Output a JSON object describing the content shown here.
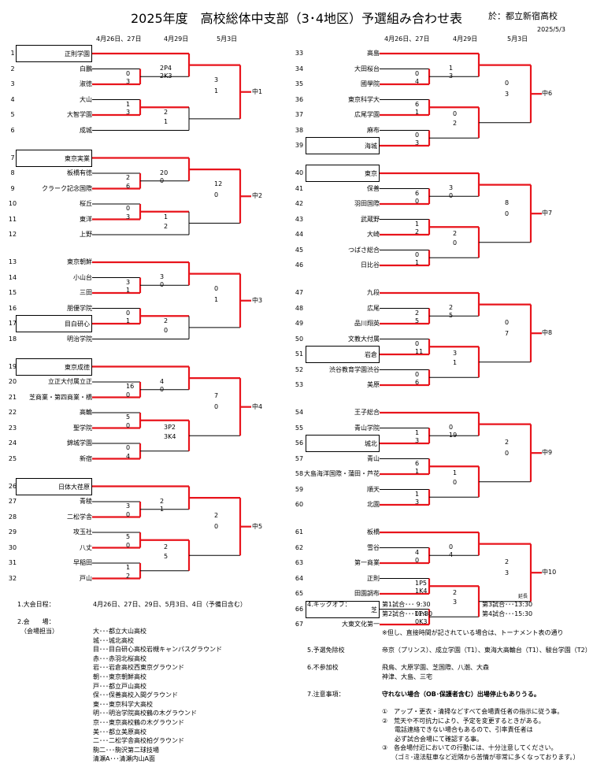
{
  "title": "2025年度　高校総体中支部（3･4地区）予選組み合わせ表",
  "venue": "於：都立新宿高校",
  "date": "2025/5/3",
  "round_labels": {
    "left": [
      "4月26日、27日",
      "4月29日",
      "5月3日"
    ],
    "right": [
      "4月26日、27日",
      "4月29日",
      "5月3日"
    ]
  },
  "colors": {
    "winner_line": "#e8141c",
    "line": "#000000"
  },
  "blocks_left": [
    {
      "name": "中1",
      "teams": [
        {
          "no": "1",
          "name": "正則学園",
          "box": true
        },
        {
          "no": "2",
          "name": "白鵬"
        },
        {
          "no": "3",
          "name": "淑徳"
        },
        {
          "no": "4",
          "name": "大山"
        },
        {
          "no": "5",
          "name": "大智学園"
        },
        {
          "no": "6",
          "name": "成城"
        }
      ],
      "scores": {
        "a": [
          "0",
          "3"
        ],
        "b": [
          "1",
          "3"
        ],
        "c": [
          "2P4",
          "2K3"
        ],
        "d": [
          "2",
          "1"
        ],
        "e": [
          "3",
          "1"
        ]
      }
    },
    {
      "name": "中2",
      "teams": [
        {
          "no": "7",
          "name": "東京実業",
          "box": true
        },
        {
          "no": "8",
          "name": "板橋有徳"
        },
        {
          "no": "9",
          "name": "クラーク記念国際"
        },
        {
          "no": "10",
          "name": "桜丘"
        },
        {
          "no": "11",
          "name": "東洋"
        },
        {
          "no": "12",
          "name": "上野"
        }
      ],
      "scores": {
        "a": [
          "2",
          "6"
        ],
        "b": [
          "0",
          "3"
        ],
        "c": [
          "20",
          "0"
        ],
        "d": [
          "1",
          "2"
        ],
        "e": [
          "12",
          "0"
        ]
      }
    },
    {
      "name": "中3",
      "teams": [
        {
          "no": "13",
          "name": "東京朝鮮"
        },
        {
          "no": "14",
          "name": "小山台"
        },
        {
          "no": "15",
          "name": "三田"
        },
        {
          "no": "16",
          "name": "朋優学院"
        },
        {
          "no": "17",
          "name": "目白研心",
          "box": true
        },
        {
          "no": "18",
          "name": "明治学院"
        }
      ],
      "scores": {
        "a": [
          "3",
          "1"
        ],
        "b": [
          "0",
          "1"
        ],
        "c": [
          "3",
          "0"
        ],
        "d": [
          "2",
          "0"
        ],
        "e": [
          "0",
          "1"
        ]
      }
    },
    {
      "name": "中4",
      "teams": [
        {
          "no": "19",
          "name": "東京成徳",
          "box": true
        },
        {
          "no": "20",
          "name": "立正大付属立正"
        },
        {
          "no": "21",
          "name": "芝商業・第四商業・橋"
        },
        {
          "no": "22",
          "name": "高輪"
        },
        {
          "no": "23",
          "name": "聖学院"
        },
        {
          "no": "24",
          "name": "錦城学園"
        },
        {
          "no": "25",
          "name": "新宿"
        }
      ],
      "scores": {
        "a": [
          "16",
          "0"
        ],
        "b": [
          "5",
          "0"
        ],
        "c": [
          "4",
          "0"
        ],
        "d": [
          "3P2",
          "3K4"
        ],
        "f": [
          "0",
          "4"
        ],
        "e": [
          "7",
          "0"
        ]
      }
    },
    {
      "name": "中5",
      "teams": [
        {
          "no": "26",
          "name": "日体大荏原",
          "box": true
        },
        {
          "no": "27",
          "name": "青稜"
        },
        {
          "no": "28",
          "name": "二松学舎"
        },
        {
          "no": "29",
          "name": "攻玉社"
        },
        {
          "no": "30",
          "name": "八丈"
        },
        {
          "no": "31",
          "name": "早稲田"
        },
        {
          "no": "32",
          "name": "戸山"
        }
      ],
      "scores": {
        "a": [
          "3",
          "0"
        ],
        "b": [
          "5",
          "0"
        ],
        "c": [
          "2",
          "1"
        ],
        "d": [
          "2",
          "5"
        ],
        "f": [
          "1",
          "2"
        ],
        "e": [
          "2",
          "0"
        ]
      }
    }
  ],
  "blocks_right": [
    {
      "name": "中6",
      "teams": [
        {
          "no": "33",
          "name": "高島"
        },
        {
          "no": "34",
          "name": "大田桜台"
        },
        {
          "no": "35",
          "name": "國學院"
        },
        {
          "no": "36",
          "name": "東京科学大"
        },
        {
          "no": "37",
          "name": "広尾学園"
        },
        {
          "no": "38",
          "name": "麻布"
        },
        {
          "no": "39",
          "name": "海城",
          "box": true
        }
      ],
      "scores": {
        "a": [
          "0",
          "4"
        ],
        "b": [
          "6",
          "1"
        ],
        "c": [
          "1",
          "3"
        ],
        "d": [
          "0",
          "2"
        ],
        "f": [
          "0",
          "3"
        ],
        "e": [
          "0",
          "3"
        ]
      }
    },
    {
      "name": "中7",
      "teams": [
        {
          "no": "40",
          "name": "東京",
          "box": true
        },
        {
          "no": "41",
          "name": "保善"
        },
        {
          "no": "42",
          "name": "羽田国際"
        },
        {
          "no": "43",
          "name": "武蔵野"
        },
        {
          "no": "44",
          "name": "大崎"
        },
        {
          "no": "45",
          "name": "つばさ総合"
        },
        {
          "no": "46",
          "name": "日比谷"
        }
      ],
      "scores": {
        "a": [
          "6",
          "0"
        ],
        "b": [
          "1",
          "2"
        ],
        "c": [
          "3",
          "0"
        ],
        "d": [
          "2",
          "0"
        ],
        "f": [
          "0",
          "1"
        ],
        "e": [
          "8",
          "0"
        ]
      }
    },
    {
      "name": "中8",
      "teams": [
        {
          "no": "47",
          "name": "九段"
        },
        {
          "no": "48",
          "name": "広尾"
        },
        {
          "no": "49",
          "name": "品川翔英"
        },
        {
          "no": "50",
          "name": "文教大付属"
        },
        {
          "no": "51",
          "name": "岩倉",
          "box": true
        },
        {
          "no": "52",
          "name": "渋谷教育学園渋谷"
        },
        {
          "no": "53",
          "name": "美原"
        }
      ],
      "scores": {
        "a": [
          "2",
          "5"
        ],
        "b": [
          "0",
          "11"
        ],
        "c": [
          "2",
          "5"
        ],
        "d": [
          "3",
          "1"
        ],
        "f": [
          "0",
          "6"
        ],
        "e": [
          "0",
          "7"
        ]
      }
    },
    {
      "name": "中9",
      "teams": [
        {
          "no": "54",
          "name": "王子総合"
        },
        {
          "no": "55",
          "name": "青山学院"
        },
        {
          "no": "56",
          "name": "城北",
          "box": true
        },
        {
          "no": "57",
          "name": "青山"
        },
        {
          "no": "58",
          "name": "大島海洋国際・蒲田・芦花"
        },
        {
          "no": "59",
          "name": "順天"
        },
        {
          "no": "60",
          "name": "北園"
        }
      ],
      "scores": {
        "a": [
          "1",
          "3"
        ],
        "b": [
          "6",
          "1"
        ],
        "c": [
          "0",
          "19"
        ],
        "d": [
          "1",
          "0"
        ],
        "f": [
          "1",
          "3"
        ],
        "e": [
          "2",
          "0"
        ]
      }
    },
    {
      "name": "中10",
      "teams": [
        {
          "no": "61",
          "name": "板橋"
        },
        {
          "no": "62",
          "name": "雪谷"
        },
        {
          "no": "63",
          "name": "第一商業"
        },
        {
          "no": "64",
          "name": "正則"
        },
        {
          "no": "65",
          "name": "田園調布"
        },
        {
          "no": "66",
          "name": "芝",
          "box": true
        },
        {
          "no": "67",
          "name": "大東文化第一"
        }
      ],
      "scores": {
        "a": [
          "4",
          "0"
        ],
        "b": [
          "1P5",
          "1K4"
        ],
        "c": [
          "0",
          "4"
        ],
        "d": [
          "2",
          "3"
        ],
        "f": [
          "0P4",
          "0K3"
        ],
        "e": [
          "2",
          "3"
        ]
      },
      "extra": "延長"
    }
  ],
  "notes_left": {
    "item1_label": "1.大会日程：",
    "item1_value": "4月26日、27日、29日、5月3日、4日（予備日含む）",
    "item2_label": "2.会　　場：",
    "item2_sub": "（会場担当）",
    "venues": [
      "大･･･都立大山高校",
      "城･･･城北高校",
      "目･･･目白研心高校岩槻キャンパスグラウンド",
      "赤･･･赤羽北桜高校",
      "岩･･･岩倉高校西東京グラウンド",
      "朝･･･東京朝鮮高校",
      "戸･･･都立戸山高校",
      "保･･･保善高校入間グラウンド",
      "東･･･東京科学大高校",
      "明･･･明治学院高校鶴の木グラウンド",
      "京･･･東京高校鶴の木グラウンド",
      "美･･･都立美原高校",
      "二･･･二松学舎高校柏グラウンド",
      "駒二･･･駒沢第二球技場",
      "清瀬A･･･清瀬内山A面"
    ]
  },
  "notes_right": {
    "item4_label": "4.キックオフ：",
    "kickoff": [
      "第1試合･･･ 9:30",
      "第3試合･･･13:30",
      "第2試合･･･11:30",
      "第4試合･･･15:30"
    ],
    "kickoff_note": "※但し、直接時間が記されている場合は、トーナメント表の通り",
    "item5_label": "5.予選免除校",
    "item5_value": "帝京（プリンス）、成立学園（T1）、東海大高輪台（T1）、駿台学園（T2）",
    "item6_label": "6.不参加校",
    "item6_value1": "飛鳥、大原学園、芝国際、八潮、大森",
    "item6_value2": "神津、大島、三宅",
    "item7_label": "7.注意事項：",
    "item7_value": "守れない場合（OB･保護者含む）出場停止もありうる。",
    "cautions": [
      "①　アップ・更衣・清掃などすべて会場責任者の指示に従う事。",
      "②　荒天や不可抗力により、予定を変更するときがある。",
      "　　電話連絡できない場合もあるので、引率責任者は",
      "　　必ず試合会場にて確認する事。",
      "③　各会場付近においての行動には、十分注意してください。",
      "　　（ゴミ･違法駐車など近隣から苦情が非常に多くなっております。）"
    ]
  }
}
